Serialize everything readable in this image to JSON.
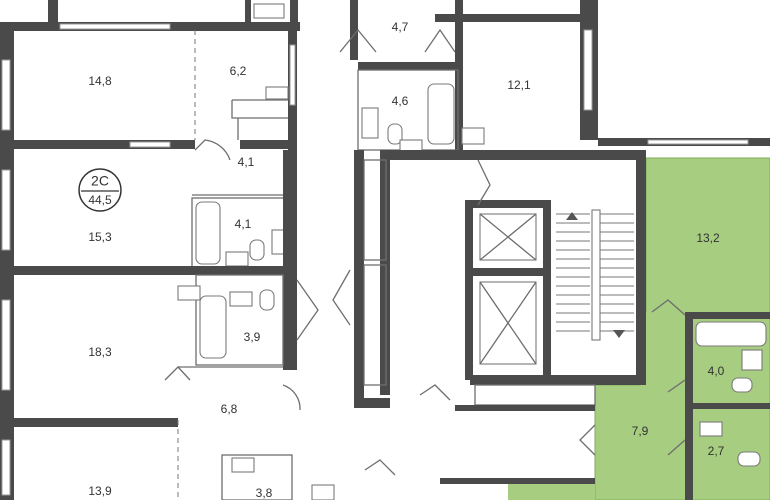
{
  "colors": {
    "wall": "#4a4a4a",
    "highlight": "#a6cd80",
    "highlight_stroke": "#7fae5a",
    "background": "#ffffff"
  },
  "badge": {
    "type": "2С",
    "area": "44,5"
  },
  "rooms": {
    "r148": "14,8",
    "r62": "6,2",
    "r41a": "4,1",
    "r41b": "4,1",
    "r153": "15,3",
    "r183": "18,3",
    "r39": "3,9",
    "r68": "6,8",
    "r139": "13,9",
    "r38": "3,8",
    "r47": "4,7",
    "r46": "4,6",
    "r121": "12,1",
    "r132": "13,2",
    "r40": "4,0",
    "r79": "7,9",
    "r27": "2,7"
  }
}
